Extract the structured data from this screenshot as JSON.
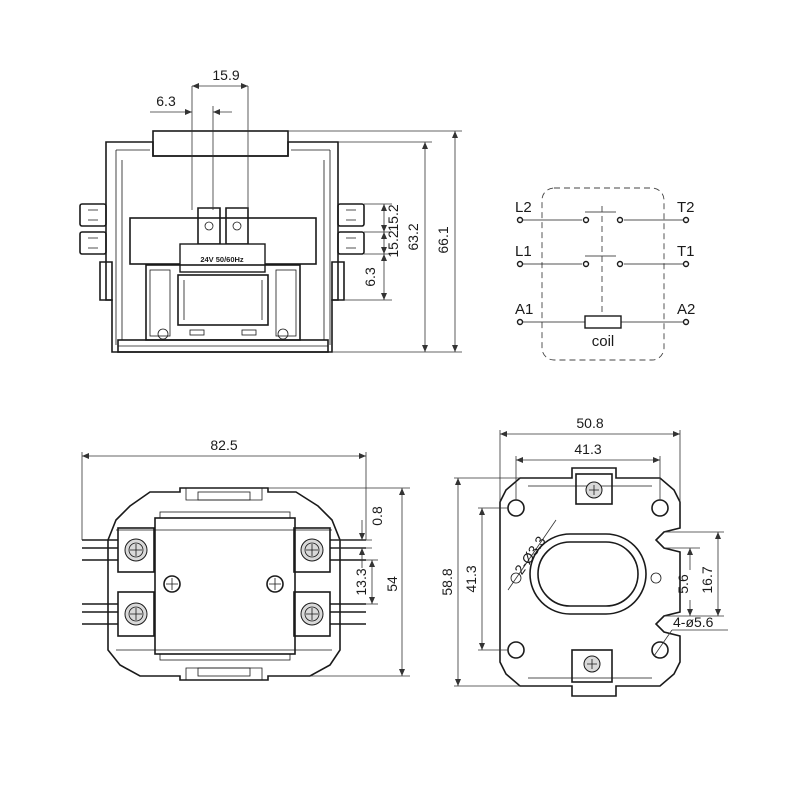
{
  "front_view": {
    "dims": {
      "d_15_9": "15.9",
      "d_6_3_top": "6.3",
      "d_15_2_a": "15.2",
      "d_15_2_b": "15.2",
      "d_6_3_side": "6.3",
      "d_63_2": "63.2",
      "d_66_1": "66.1"
    },
    "coil_rating": "24V  50/60Hz"
  },
  "schematic": {
    "labels": {
      "L2": "L2",
      "T2": "T2",
      "L1": "L1",
      "T1": "T1",
      "A1": "A1",
      "A2": "A2",
      "coil": "coil"
    }
  },
  "top_view": {
    "dims": {
      "d_82_5": "82.5",
      "d_0_8": "0.8",
      "d_13_3": "13.3",
      "d_54": "54"
    }
  },
  "bottom_view": {
    "dims": {
      "d_50_8": "50.8",
      "d_41_3_h": "41.3",
      "d_58_8": "58.8",
      "d_41_3_v": "41.3",
      "d_2_phi_3_3": "2-Ø3.3",
      "d_5_6": "5.6",
      "d_16_7": "16.7",
      "d_4_phi_5_6": "4-ø5.6"
    }
  }
}
